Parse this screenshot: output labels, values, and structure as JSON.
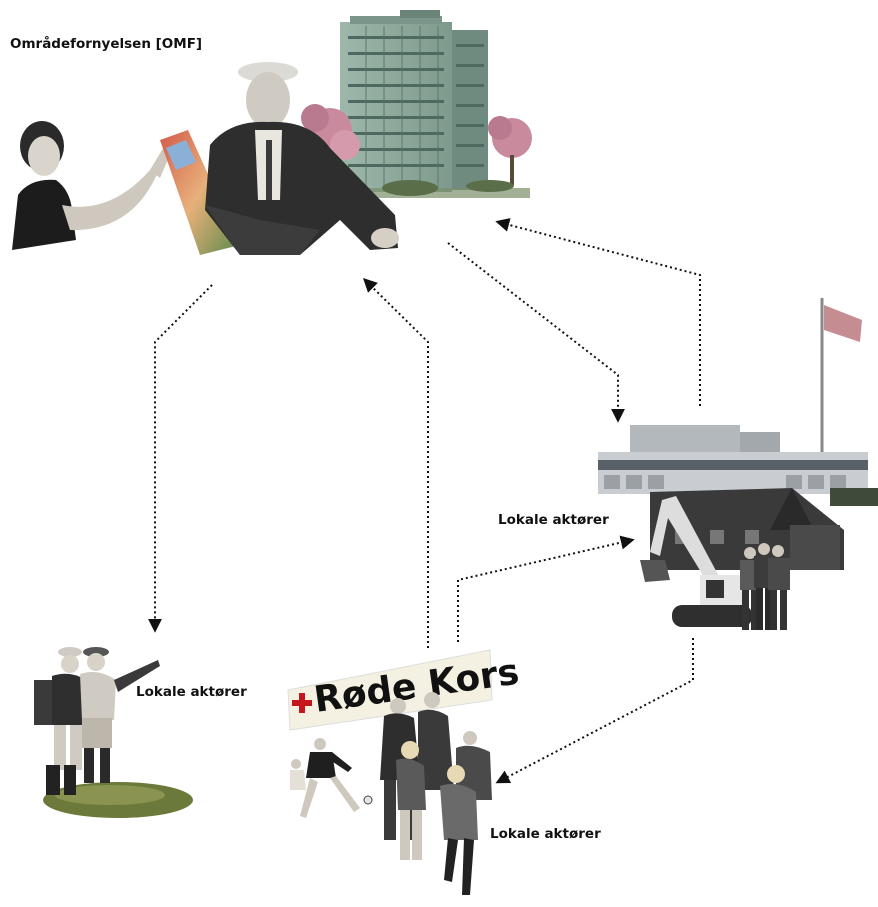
{
  "labels": {
    "omf": "Områdefornyelsen [OMF]",
    "actor_left": "Lokale aktører",
    "actor_right": "Lokale aktører",
    "actor_bottom": "Lokale aktører"
  },
  "sign": {
    "text": "Røde Kors"
  },
  "colors": {
    "arrow": "#111111",
    "sign_cross": "#c4161c",
    "sign_bg": "#f4f1e3",
    "building_green": "#8faa9c",
    "tree_pink": "#c98a9e",
    "grass": "#6b7a3a"
  }
}
